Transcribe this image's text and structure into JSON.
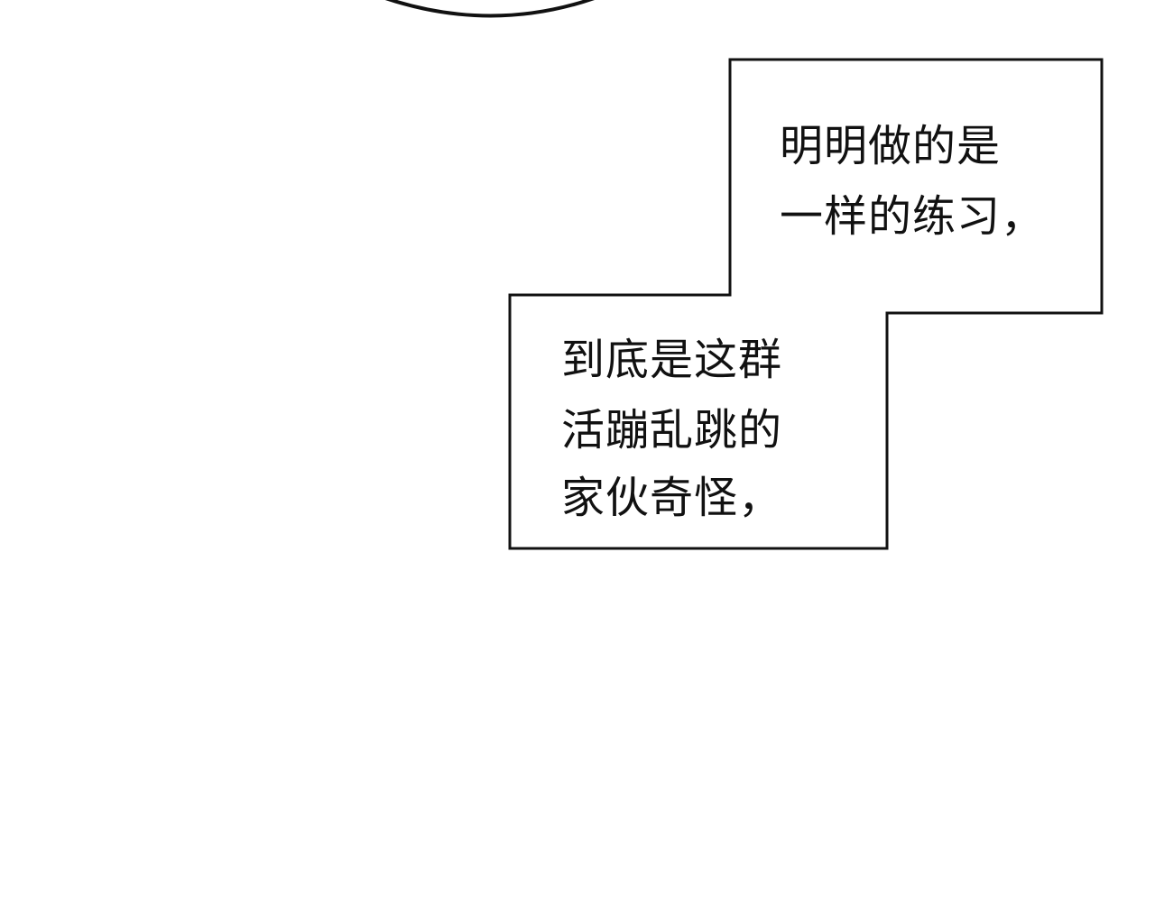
{
  "caption_box_1": {
    "lines": [
      "明明做的是",
      "一样的练习，"
    ]
  },
  "caption_box_2": {
    "lines": [
      "到底是这群",
      "活蹦乱跳的",
      "家伙奇怪，"
    ]
  },
  "colors": {
    "ink": "#111111",
    "paper": "#ffffff"
  }
}
